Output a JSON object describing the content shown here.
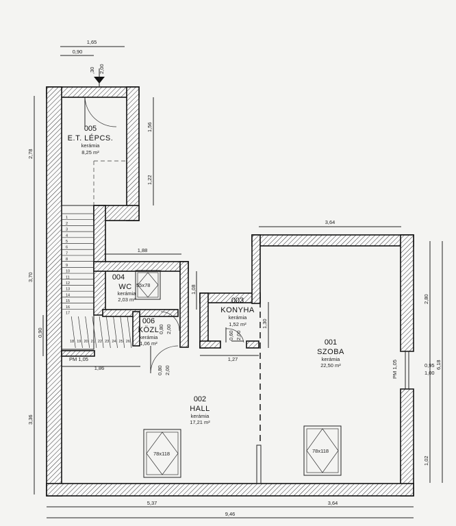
{
  "rooms": {
    "r005": {
      "number": "005",
      "name": "E.T. LÉPCS.",
      "finish": "kerámia",
      "area": "8,25 m²"
    },
    "r004": {
      "number": "004",
      "name": "WC",
      "finish": "kerámia",
      "area": "2,03 m²"
    },
    "r003": {
      "number": "003",
      "name": "KONYHA",
      "finish": "kerámia",
      "area": "1,52 m²"
    },
    "r006": {
      "number": "006",
      "name": "KÖZL",
      "finish": "kerámia",
      "area": "1,06 m²"
    },
    "r001": {
      "number": "001",
      "name": "SZOBA",
      "finish": "kerámia",
      "area": "22,50 m²"
    },
    "r002": {
      "number": "002",
      "name": "HALL",
      "finish": "kerámia",
      "area": "17,21 m²"
    }
  },
  "dims": {
    "top_1_65": "1,65",
    "top_0_90": "0,90",
    "vert_0_30": ",30",
    "vert_2_00": "2,00",
    "right_1_56": "1,56",
    "right_1_22": "1,22",
    "left_2_78": "2,78",
    "left_3_70": "3,70",
    "left_0_90": "0,90",
    "left_3_36": "3,36",
    "hall_1_88": "1,88",
    "szoba_3_64": "3,64",
    "right_2_80": "2,80",
    "right_6_18": "6,18",
    "right_0_95": "0,95",
    "right_1_00": "1,00",
    "right_1_02": "1,02",
    "pm_szoba": "PM 1,05",
    "pm_hall": "PM 1,05",
    "hall_1_86": "1,86",
    "konyha_1_27": "1,27",
    "konyha_1_30": "1,30",
    "konyha_door_0_60": "0,60",
    "konyha_door_2_00": "2,00",
    "kozl_door_0_80": "0,80",
    "kozl_door_2_00": "2,00",
    "hall_door_0_80": "0,80",
    "hall_door_2_00": "2,00",
    "wc_1_08": "1,08",
    "wc_window": "55x78",
    "bottom_5_37": "5,37",
    "bottom_3_64": "3,64",
    "bottom_9_46": "9,46"
  },
  "skylights": {
    "hall": "78x118",
    "szoba": "78x118"
  },
  "stairs": [
    "1",
    "2",
    "3",
    "4",
    "5",
    "6",
    "7",
    "8",
    "9",
    "10",
    "11",
    "12",
    "13",
    "14",
    "15",
    "16",
    "17",
    "18",
    "19",
    "20",
    "21",
    "22",
    "23",
    "24",
    "25",
    "26"
  ]
}
